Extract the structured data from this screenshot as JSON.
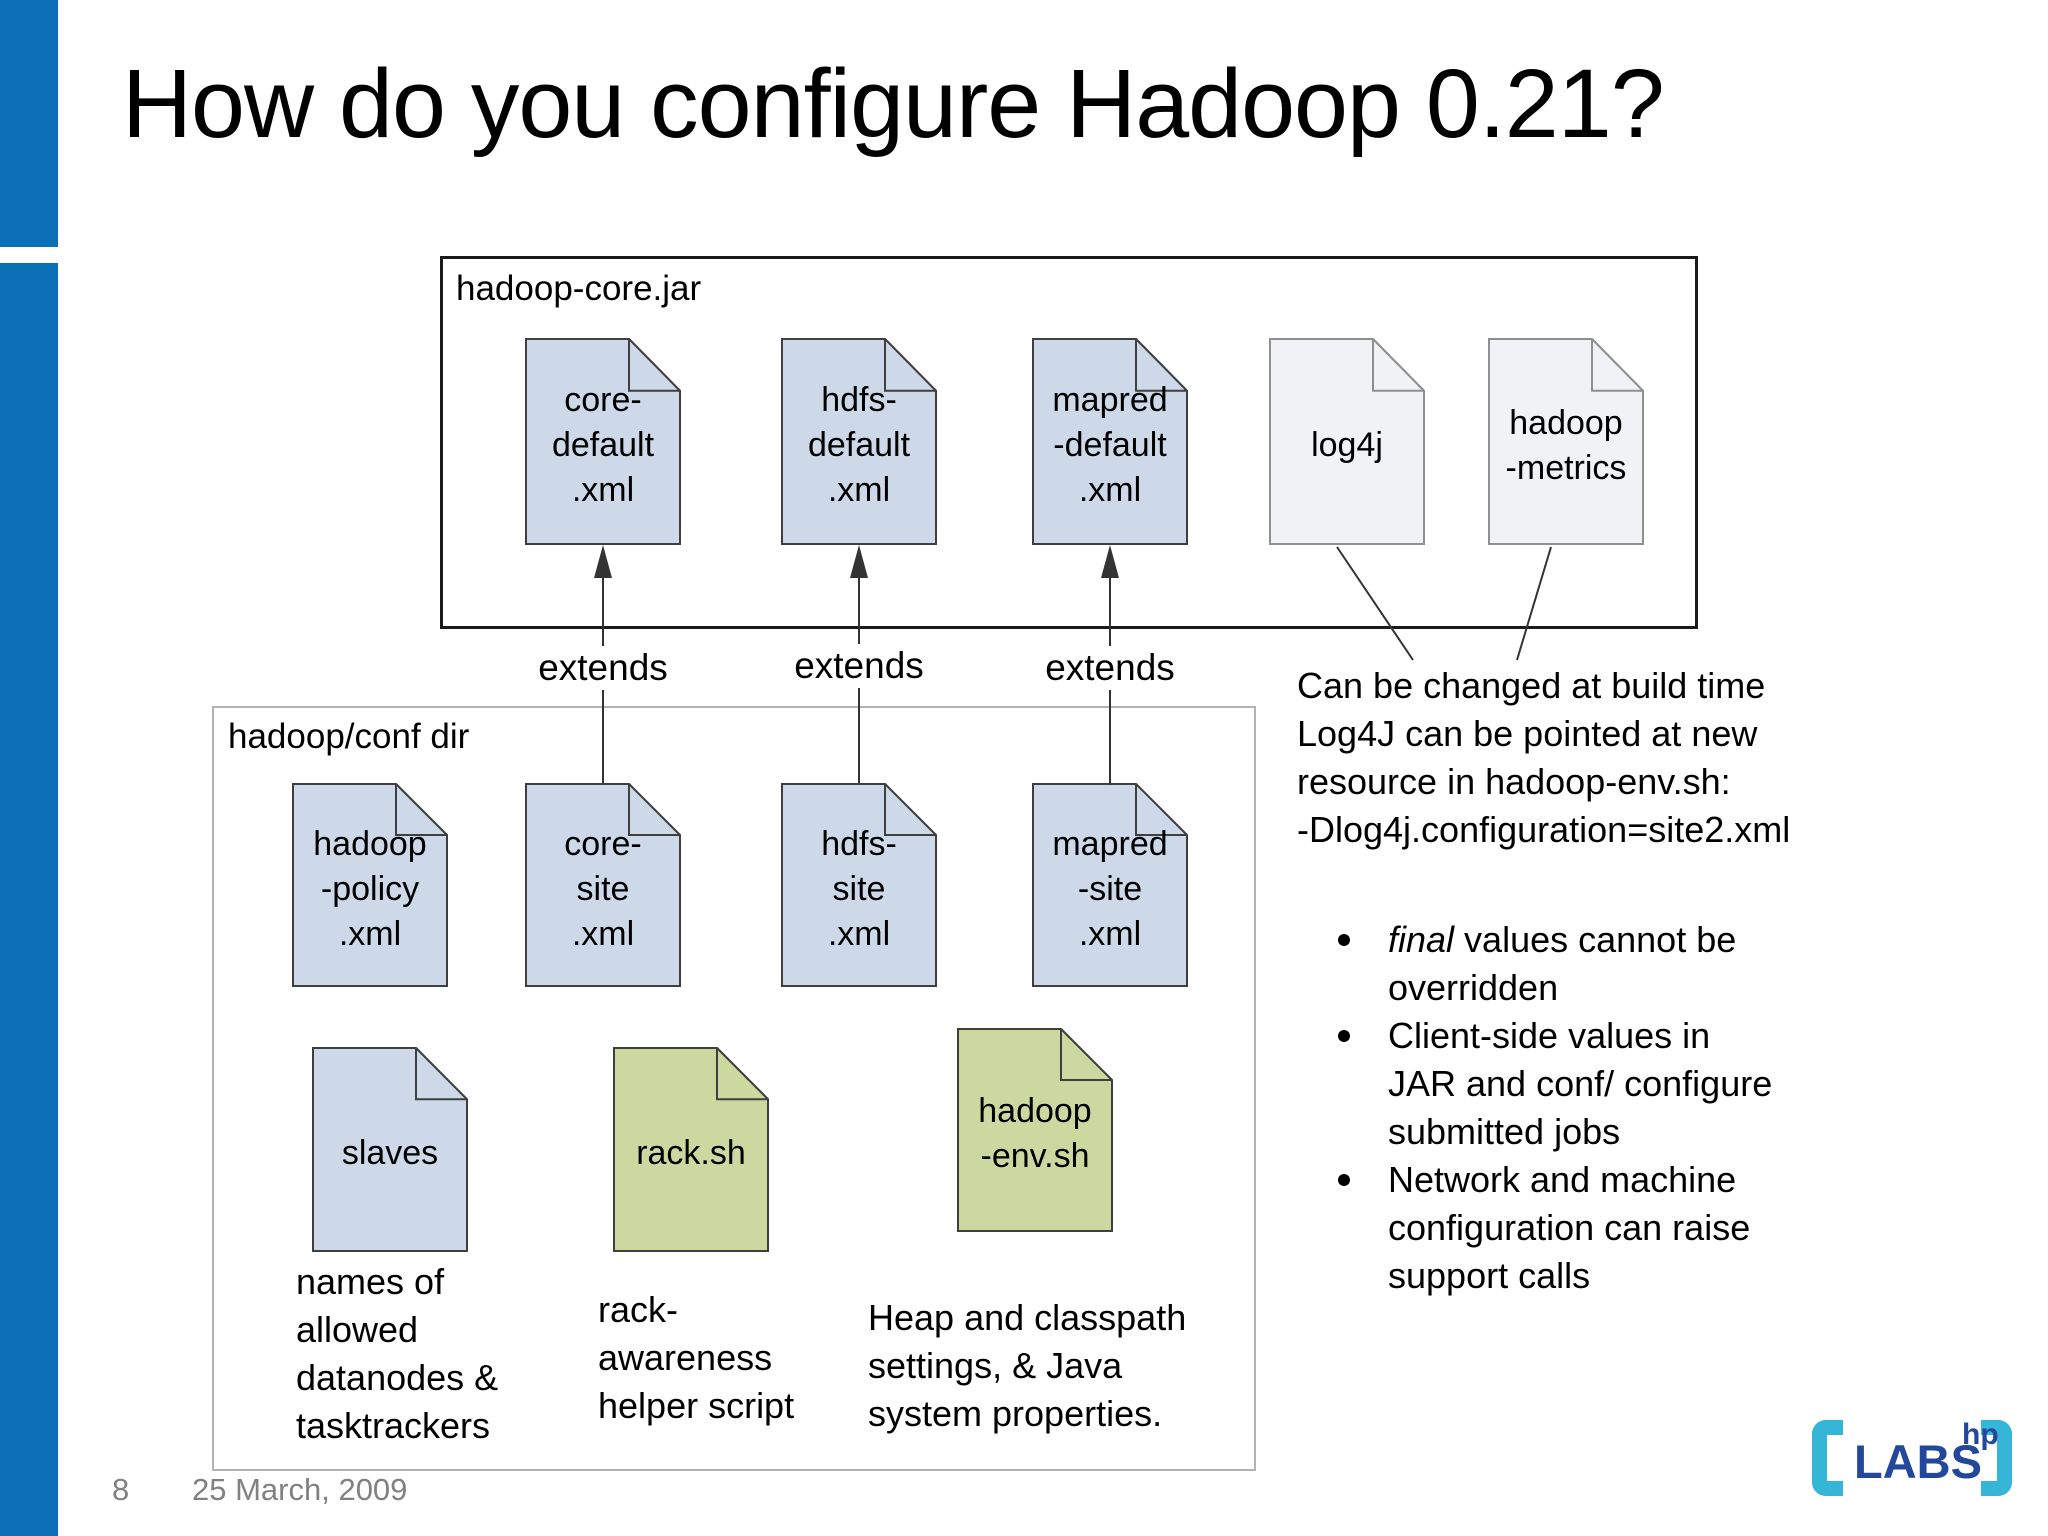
{
  "colors": {
    "bar-blue": "#0a6fb4",
    "file-blue": "#cdd9e9",
    "file-light": "#f0f2f5",
    "file-green": "#cbd9a0",
    "stroke-dark": "#3f3f3f",
    "stroke-light": "#8f8f8f",
    "box-dark": "#1a1a1a",
    "box-light": "#b3b3b3",
    "line": "#333333",
    "footer-gray": "#818181",
    "logo-cyan": "#35b6d9",
    "logo-blue": "#23489b"
  },
  "slide": {
    "title": "How do you configure Hadoop 0.21?",
    "page_number": "8",
    "date": "25 March, 2009"
  },
  "core_jar_box": {
    "label": "hadoop-core.jar",
    "files": [
      {
        "label": "core-\ndefault\n.xml"
      },
      {
        "label": "hdfs-\ndefault\n.xml"
      },
      {
        "label": "mapred\n-default\n.xml"
      },
      {
        "label": "log4j"
      },
      {
        "label": "hadoop\n-metrics"
      }
    ]
  },
  "extends_labels": {
    "first": "extends",
    "second": "extends",
    "third": "extends"
  },
  "conf_dir_box": {
    "label": "hadoop/conf dir",
    "files": [
      {
        "label": "hadoop\n-policy\n.xml"
      },
      {
        "label": "core-\nsite\n.xml"
      },
      {
        "label": "hdfs-\nsite\n.xml"
      },
      {
        "label": "mapred\n-site\n.xml"
      },
      {
        "label": "slaves",
        "caption": "names of\nallowed\ndatanodes &\ntasktrackers"
      },
      {
        "label": "rack.sh",
        "caption": "rack-\nawareness\nhelper script"
      },
      {
        "label": "hadoop\n-env.sh",
        "caption": "Heap and classpath\nsettings, & Java\nsystem properties."
      }
    ]
  },
  "annotations": {
    "build_note": "Can be changed at build time\nLog4J can be pointed at new\nresource in hadoop-env.sh:\n-Dlog4j.configuration=site2.xml",
    "bullets": [
      {
        "lead": "final",
        "rest": " values cannot be\noverridden"
      },
      {
        "lead": "",
        "rest": "Client-side values in\nJAR and conf/ configure\nsubmitted jobs"
      },
      {
        "lead": "",
        "rest": "Network and machine\nconfiguration can raise\nsupport calls"
      }
    ]
  },
  "logo": {
    "labs": "LABS",
    "hp": "hp"
  }
}
